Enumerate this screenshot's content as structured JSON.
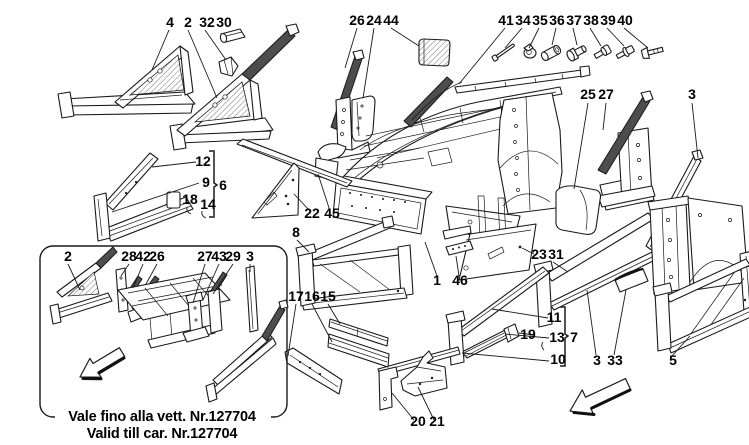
{
  "caption": {
    "line1": "Vale fino alla vett. Nr.127704",
    "line2": "Valid till car. Nr.127704"
  },
  "callouts": {
    "frames_top_left": [
      "4",
      "2",
      "32",
      "30"
    ],
    "pillar_top": [
      "26",
      "24",
      "44"
    ],
    "fasteners": [
      "41",
      "34",
      "35",
      "36",
      "37",
      "38",
      "39",
      "40"
    ],
    "pillar_right": [
      "25",
      "27",
      "3"
    ],
    "sill_left": [
      "12",
      "9",
      "6",
      "18",
      "14"
    ],
    "brace": [
      "22",
      "45"
    ],
    "subframe": [
      "8"
    ],
    "panel": [
      "23",
      "31"
    ],
    "chassis": [
      "1",
      "46"
    ],
    "strips": [
      "17",
      "16",
      "15"
    ],
    "rails": [
      "11",
      "19",
      "13",
      "7",
      "10"
    ],
    "wheelhouse": [
      "3",
      "33",
      "5"
    ],
    "brackets": [
      "20",
      "21"
    ],
    "inset": [
      "2",
      "28",
      "42",
      "26",
      "27",
      "43",
      "29",
      "3"
    ]
  }
}
